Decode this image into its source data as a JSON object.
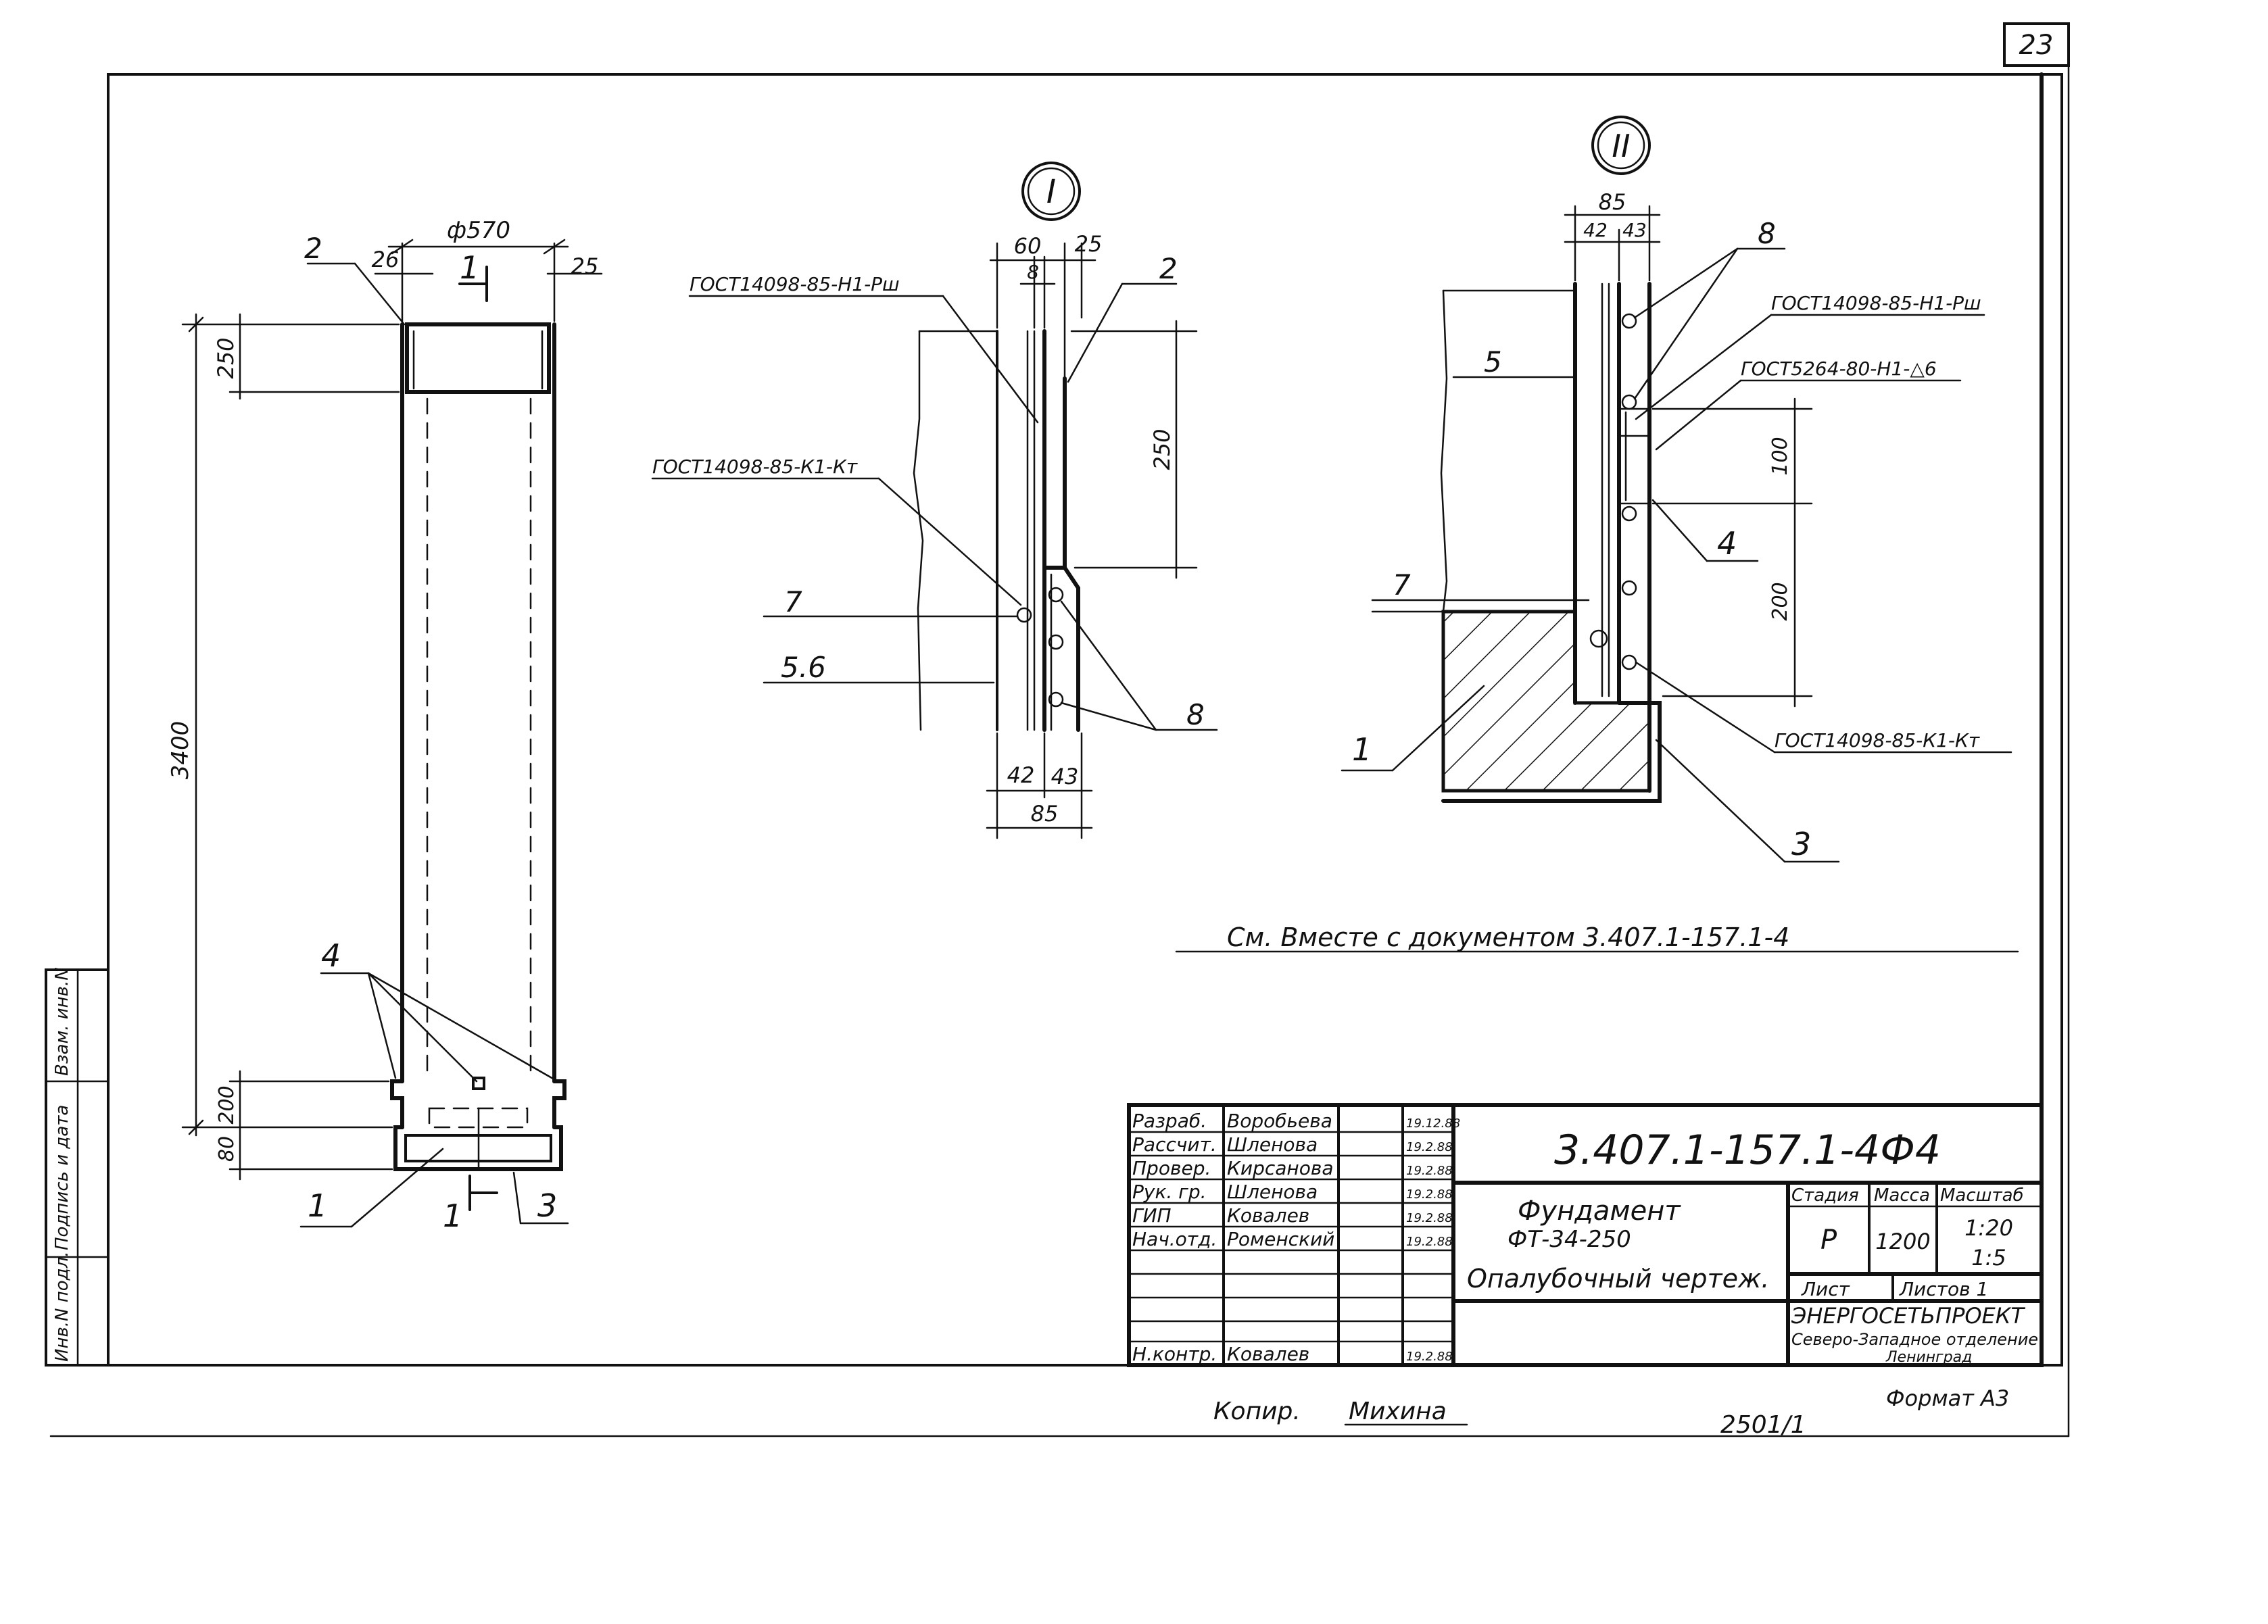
{
  "sheet": {
    "sheet_number": "23",
    "note": "См. Вместе с документом 3.407.1-157.1-4",
    "copied_by_label": "Копир.",
    "copied_by_name": "Михина",
    "format_label": "Формат А3",
    "archive_number": "2501/1",
    "side_stamp": [
      "Инв.N подл.",
      "Подпись и дата",
      "Взам. инв.N"
    ]
  },
  "view_main": {
    "dim_diameter": "ф570",
    "dim_left_wall": "26",
    "dim_right_wall": "25",
    "dim_height": "3400",
    "dim_top": "250",
    "dim_bottom_200": "200",
    "dim_bottom_80": "80",
    "section_mark": "1",
    "callouts": [
      "2",
      "4",
      "1",
      "3"
    ]
  },
  "detail_1": {
    "marker": "I",
    "dim_60": "60",
    "dim_25": "25",
    "dim_8": "8",
    "dim_250": "250",
    "dim_42": "42",
    "dim_43": "43",
    "dim_85": "85",
    "gost_top": "ГОСТ14098-85-Н1-Рш",
    "gost_mid": "ГОСТ14098-85-К1-Кт",
    "callouts": [
      "2",
      "7",
      "5.6",
      "8"
    ]
  },
  "detail_2": {
    "marker": "II",
    "dim_85": "85",
    "dim_42": "42",
    "dim_43": "43",
    "dim_100": "100",
    "dim_200": "200",
    "gost_1": "ГОСТ14098-85-Н1-Рш",
    "gost_2": "ГОСТ5264-80-Н1-△6",
    "gost_3": "ГОСТ14098-85-К1-Кт",
    "callouts": [
      "8",
      "5",
      "4",
      "7",
      "1",
      "3"
    ]
  },
  "title_block": {
    "doc_code": "3.407.1-157.1-4Ф4",
    "title_line1": "Фундамент",
    "title_line2": "ФТ-34-250",
    "title_line3": "Опалубочный чертеж.",
    "head_stage": "Стадия",
    "head_mass": "Масса",
    "head_scale": "Масштаб",
    "stage": "Р",
    "mass": "1200",
    "scale_1": "1:20",
    "scale_2": "1:5",
    "sheet_label": "Лист",
    "sheets_label": "Листов 1",
    "org_name": "ЭНЕРГОСЕТЬПРОЕКТ",
    "org_branch": "Северо-Западное отделение",
    "org_city": "Ленинград",
    "roles": [
      {
        "role": "Разраб.",
        "name": "Воробьева",
        "date": "19.12.88"
      },
      {
        "role": "Рассчит.",
        "name": "Шленова",
        "date": "19.2.88"
      },
      {
        "role": "Провер.",
        "name": "Кирсанова",
        "date": "19.2.88"
      },
      {
        "role": "Рук. гр.",
        "name": "Шленова",
        "date": "19.2.88"
      },
      {
        "role": "ГИП",
        "name": "Ковалев",
        "date": "19.2.88"
      },
      {
        "role": "Нач.отд.",
        "name": "Роменский",
        "date": "19.2.88"
      },
      {
        "role": "Н.контр.",
        "name": "Ковалев",
        "date": "19.2.88"
      }
    ]
  }
}
